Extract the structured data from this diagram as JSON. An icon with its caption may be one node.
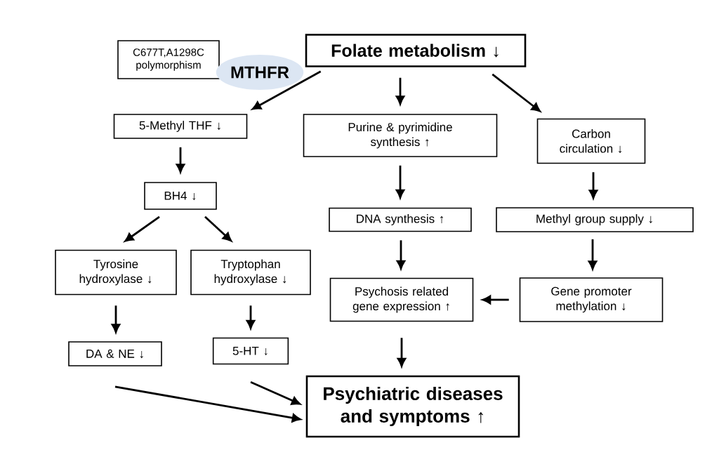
{
  "diagram": {
    "nodes": [
      {
        "text": [
          "Folate metabolism ↓"
        ]
      },
      {
        "text": [
          "C677T,A1298C polymorphism"
        ]
      },
      {
        "text": [
          "MTHFR"
        ]
      },
      {
        "text": [
          "5-Methyl THF ↓"
        ]
      },
      {
        "text": [
          "Purine & pyrimidine synthesis ↑"
        ]
      },
      {
        "text": [
          "Carbon circulation ↓"
        ]
      },
      {
        "text": [
          "BH4 ↓"
        ]
      },
      {
        "text": [
          "DNA synthesis ↑"
        ]
      },
      {
        "text": [
          "Methyl group supply ↓"
        ]
      },
      {
        "text": [
          "Tyrosine hydroxylase ↓"
        ]
      },
      {
        "text": [
          "Tryptophan hydroxylase ↓"
        ]
      },
      {
        "text": [
          "Psychosis related gene expression ↑"
        ]
      },
      {
        "text": [
          "Gene promoter methylation ↓"
        ]
      },
      {
        "text": [
          "DA & NE ↓"
        ]
      },
      {
        "text": [
          "5-HT ↓"
        ]
      },
      {
        "text": [
          "Psychiatric diseases and symptoms ↑"
        ]
      }
    ],
    "edges": [
      {
        "from": 0,
        "to": 3,
        "arrow": "to"
      },
      {
        "from": 0,
        "to": 4,
        "arrow": "to"
      },
      {
        "from": 0,
        "to": 5,
        "arrow": "to"
      },
      {
        "from": 3,
        "to": 6,
        "arrow": "to"
      },
      {
        "from": 6,
        "to": 9,
        "arrow": "to"
      },
      {
        "from": 6,
        "to": 10,
        "arrow": "to"
      },
      {
        "from": 4,
        "to": 7,
        "arrow": "to"
      },
      {
        "from": 7,
        "to": 11,
        "arrow": "to"
      },
      {
        "from": 5,
        "to": 8,
        "arrow": "to"
      },
      {
        "from": 8,
        "to": 12,
        "arrow": "to"
      },
      {
        "from": 12,
        "to": 11,
        "arrow": "to"
      },
      {
        "from": 9,
        "to": 13,
        "arrow": "to"
      },
      {
        "from": 10,
        "to": 14,
        "arrow": "to"
      },
      {
        "from": 11,
        "to": 15,
        "arrow": "to"
      },
      {
        "from": 13,
        "to": 15,
        "arrow": "to"
      },
      {
        "from": 14,
        "to": 15,
        "arrow": "to"
      }
    ]
  }
}
